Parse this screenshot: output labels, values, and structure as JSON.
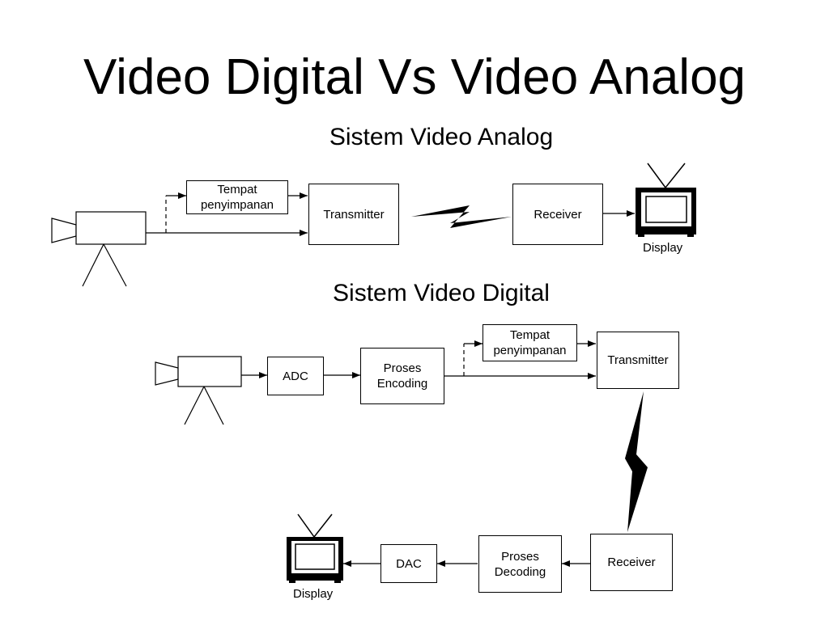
{
  "slide": {
    "title": "Video Digital Vs Video Analog"
  },
  "analog": {
    "heading": "Sistem Video Analog",
    "storage": "Tempat\npenyimpanan",
    "transmitter": "Transmitter",
    "receiver": "Receiver",
    "display": "Display"
  },
  "digital": {
    "heading": "Sistem Video Digital",
    "adc": "ADC",
    "encoding": "Proses\nEncoding",
    "storage": "Tempat\npenyimpanan",
    "transmitter": "Transmitter",
    "receiver": "Receiver",
    "decoding": "Proses\nDecoding",
    "dac": "DAC",
    "display": "Display"
  }
}
